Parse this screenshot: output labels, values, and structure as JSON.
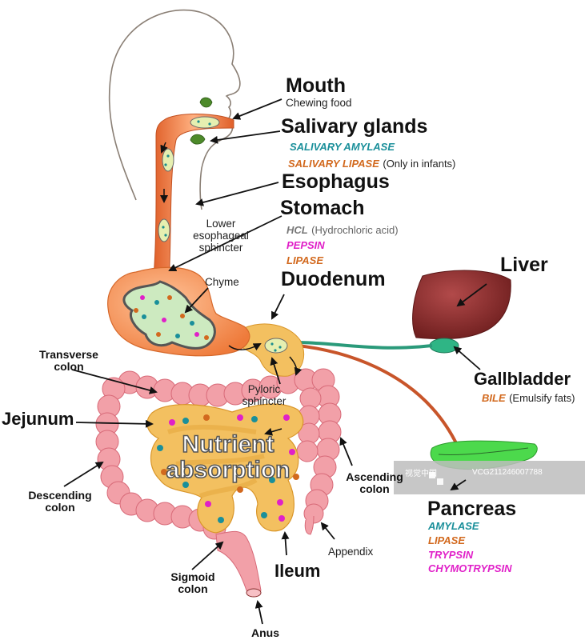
{
  "labels": {
    "mouth": "Mouth",
    "mouth_desc": "Chewing food",
    "salivary_glands": "Salivary glands",
    "salivary_amylase": "SALIVARY AMYLASE",
    "salivary_lipase": "SALIVARY LIPASE",
    "salivary_lipase_note": "(Only in infants)",
    "esophagus": "Esophagus",
    "stomach": "Stomach",
    "hcl": "HCL",
    "hcl_note": "(Hydrochloric acid)",
    "pepsin": "PEPSIN",
    "lipase_stomach": "LIPASE",
    "lower_sphincter_1": "Lower",
    "lower_sphincter_2": "esophageal",
    "lower_sphincter_3": "sphincter",
    "chyme": "Chyme",
    "duodenum": "Duodenum",
    "liver": "Liver",
    "gallbladder": "Gallbladder",
    "bile": "BILE",
    "bile_note": "(Emulsify fats)",
    "transverse_1": "Transverse",
    "transverse_2": "colon",
    "pyloric_1": "Pyloric",
    "pyloric_2": "sphincter",
    "jejunum": "Jejunum",
    "nutrient_1": "Nutrient",
    "nutrient_2": "absorption",
    "descending_1": "Descending",
    "descending_2": "colon",
    "ascending_1": "Ascending",
    "ascending_2": "colon",
    "pancreas": "Pancreas",
    "amylase": "AMYLASE",
    "lipase_pancreas": "LIPASE",
    "trypsin": "TRYPSIN",
    "chymotrypsin": "CHYMOTRYPSIN",
    "appendix": "Appendix",
    "ileum": "Ileum",
    "sigmoid_1": "Sigmoid",
    "sigmoid_2": "colon",
    "anus": "Anus"
  },
  "watermark": {
    "brand": "视觉中国",
    "id": "VCG211246007788"
  },
  "colors": {
    "amylase": "#1a8f9a",
    "lipase": "#d2691e",
    "pepsin": "#e020c8",
    "hcl": "#777777",
    "esophagus": "#f07a40",
    "stomach": "#f58d55",
    "intestine": "#f3c060",
    "colon": "#f2a0a8",
    "liver": "#8c2a2a",
    "gallbladder": "#2fb585",
    "pancreas": "#4cd94c",
    "duct_bile": "#2a9a7a",
    "duct_pancreas": "#c8552a"
  }
}
